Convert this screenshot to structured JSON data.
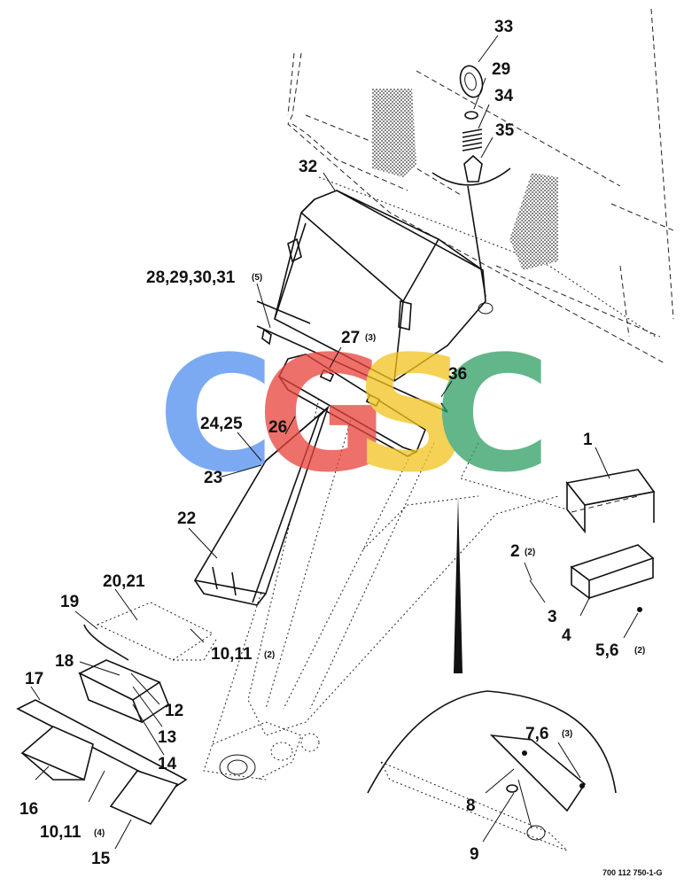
{
  "callouts": {
    "c1": "1",
    "c2": "2",
    "c2q": "(2)",
    "c3": "3",
    "c4": "4",
    "c56": "5,6",
    "c56q": "(2)",
    "c76": "7,6",
    "c76q": "(3)",
    "c8": "8",
    "c9": "9",
    "c1011a": "10,11",
    "c1011aq": "(2)",
    "c1011b": "10,11",
    "c1011bq": "(4)",
    "c12": "12",
    "c13": "13",
    "c14": "14",
    "c15": "15",
    "c16": "16",
    "c17": "17",
    "c18": "18",
    "c19": "19",
    "c2021": "20,21",
    "c22": "22",
    "c23": "23",
    "c2425": "24,25",
    "c26": "26",
    "c27": "27",
    "c27q": "(3)",
    "c28": "28,29,30,31",
    "c28q": "(5)",
    "c29": "29",
    "c32": "32",
    "c33": "33",
    "c34": "34",
    "c35": "35",
    "c36": "36"
  },
  "part_number": "700 112 750-1-G",
  "watermark": {
    "letters": [
      "C",
      "G",
      "S",
      "C"
    ],
    "colors": [
      "#4f8ef0",
      "#e8413a",
      "#f2c21d",
      "#2e9e62"
    ]
  }
}
